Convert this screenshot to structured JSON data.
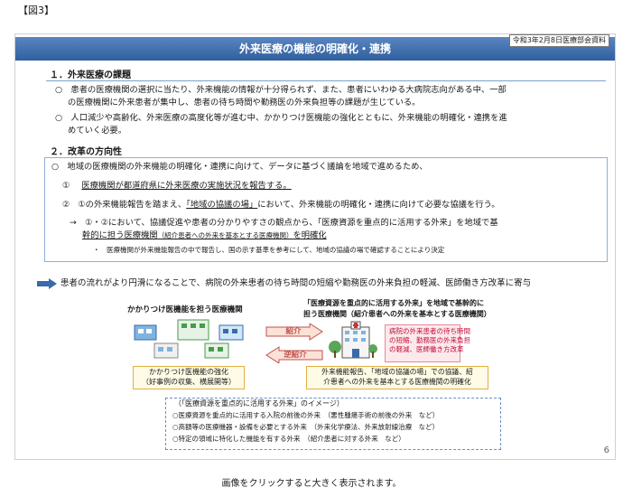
{
  "figure_label": "【図3】",
  "slide": {
    "title": "外来医療の機能の明確化・連携",
    "date_badge": "令和3年2月8日医療部会資料",
    "sec1": {
      "heading": "１．外来医療の課題",
      "p1_line1": "○　患者の医療機関の選択に当たり、外来機能の情報が十分得られず、また、患者にいわゆる大病院志向がある中、一部",
      "p1_line2": "の医療機関に外来患者が集中し、患者の待ち時間や勤務医の外来負担等の課題が生じている。",
      "p2_line1": "○　人口減少や高齢化、外来医療の高度化等が進む中、かかりつけ医機能の強化とともに、外来機能の明確化・連携を進",
      "p2_line2": "めていく必要。"
    },
    "sec2": {
      "heading": "２．改革の方向性",
      "intro": "○　地域の医療機関の外来機能の明確化・連携に向けて、データに基づく議論を地域で進めるため、",
      "item1_num": "①",
      "item1": "医療機関が都道府県に外来医療の実施状況を報告する。",
      "item2_num": "②",
      "item2_a": "①の外来機能報告を踏まえ、",
      "item2_b": "「地域の協議の場」",
      "item2_c": "において、外来機能の明確化・連携に向けて必要な協議を行う。",
      "item3_line1": "→　①・②において、協議促進や患者の分かりやすさの観点から、「医療資源を重点的に活用する外来」を地域で基",
      "item3_line2a": "幹的に担う医療機関",
      "item3_line2b": "（紹介患者への外来を基本とする医療機関）",
      "item3_line2c": "を明確化",
      "note": "・　医療機関が外来機能報告の中で報告し、国の示す基準を参考にして、地域の協議の場で確認することにより決定"
    },
    "result": "患者の流れがより円滑になることで、病院の外来患者の待ち時間の短縮や勤務医の外来負担の軽減、医師働き方改革に寄与",
    "diagram": {
      "left_label": "かかりつけ医機能を担う医療機関",
      "right_label_line1": "「医療資源を重点的に活用する外来」を地域で基幹的に",
      "right_label_line2": "担う医療機関（紹介患者への外来を基本とする医療機関）",
      "arrow_top": "紹介",
      "arrow_bottom": "逆紹介",
      "pink_line1": "病院の外来患者の待ち時間",
      "pink_line2": "の短縮、勤務医の外来負担",
      "pink_line3": "の軽減、医師働き方改革",
      "left_box_line1": "かかりつけ医機能の強化",
      "left_box_line2": "（好事例の収集、横展開等）",
      "right_box_line1": "外来機能報告、「地域の協議の場」での協議、紹",
      "right_box_line2": "介患者への外来を基本とする医療機関の明確化"
    },
    "image_box": {
      "title": "（「医療資源を重点的に活用する外来」のイメージ）",
      "items": [
        "○医療資源を重点的に活用する入院の前後の外来　（悪性腫瘍手術の前後の外来　など）",
        "○高額等の医療機器・設備を必要とする外来　（外来化学療法、外来放射線治療　など）",
        "○特定の領域に特化した機能を有する外来　（紹介患者に対する外来　など）"
      ]
    },
    "page_number": "6"
  },
  "caption": "画像をクリックすると大きく表示されます。",
  "colors": {
    "title_bar": "#3a6aaa",
    "accent_red": "#c0103a",
    "bubble": "#fffbe6"
  }
}
